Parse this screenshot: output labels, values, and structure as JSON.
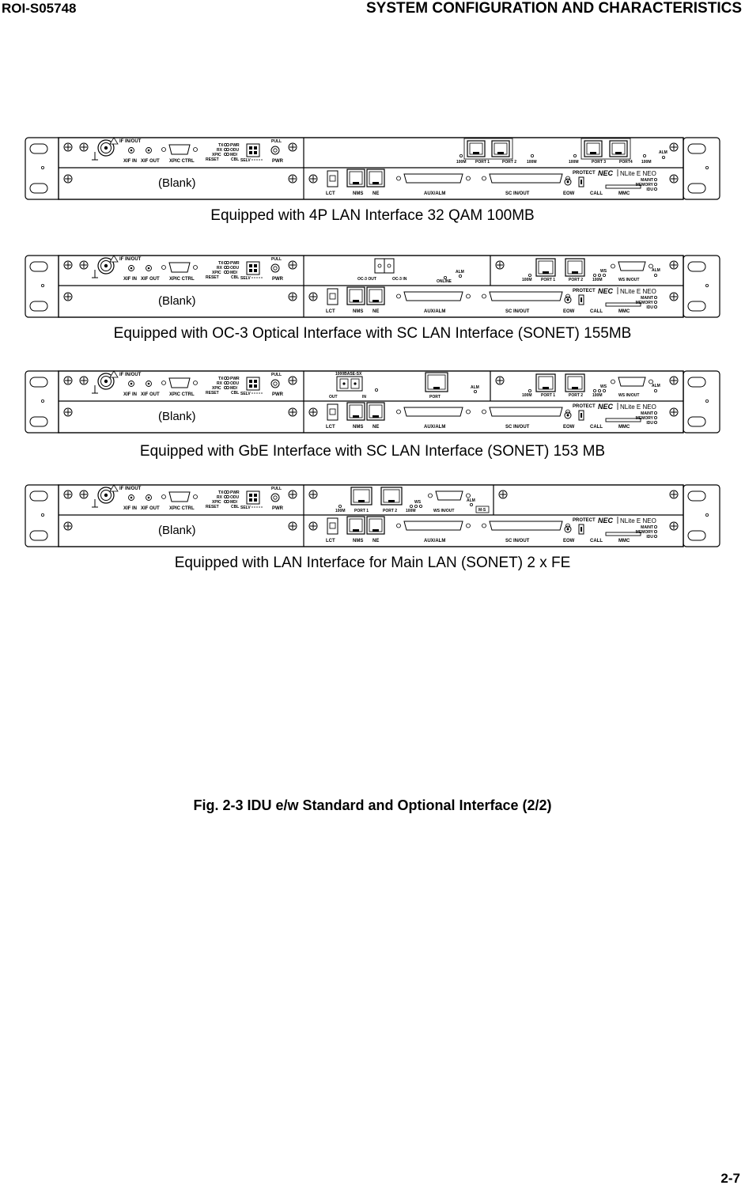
{
  "header": {
    "doc_id": "ROI-S05748",
    "section_title": "SYSTEM CONFIGURATION AND CHARACTERISTICS"
  },
  "common": {
    "if_in_out": "IF IN/OUT",
    "xif_in": "XIF IN",
    "xif_out": "XIF OUT",
    "xpic_ctrl": "XPIC CTRL",
    "tx": "TX",
    "rx": "RX",
    "xpic": "XPIC",
    "reset": "RESET",
    "pwr_led": "PWR",
    "odu": "ODU",
    "md": "MD/",
    "cbl": "CBL",
    "selv": "SELV",
    "pull": "PULL",
    "pwr": "PWR",
    "blank": "(Blank)",
    "lct": "LCT",
    "nms": "NMS",
    "ne": "NE",
    "aux_alm": "AUX/ALM",
    "sc_in_out": "SC IN/OUT",
    "protect": "PROTECT",
    "eow": "EOW",
    "call": "CALL",
    "mmc": "MMC",
    "nec_logo": "NEC",
    "model": "NLite E NEO",
    "maint": "MAINT",
    "memory": "MEMORY",
    "idu": "IDU",
    "alm": "ALM",
    "port1": "PORT 1",
    "port2": "PORT 2",
    "port3": "PORT 3",
    "port4": "PORT4",
    "m100": "100M",
    "ws": "WS",
    "ws_in_out": "WS IN/OUT",
    "oc3_out": "OC-3 OUT",
    "oc3_in": "OC-3 IN",
    "online": "ONLINE",
    "gbe": "1000BASE-SX",
    "out": "OUT",
    "in": "IN",
    "port": "PORT",
    "ms": "M-S"
  },
  "captions": [
    "Equipped with 4P LAN Interface  32 QAM 100MB",
    "Equipped with OC-3 Optical Interface with SC LAN Interface (SONET) 155MB",
    "Equipped with GbE Interface with SC LAN Interface (SONET) 153 MB",
    "Equipped with LAN Interface for Main LAN (SONET) 2 x FE"
  ],
  "figure_caption": "Fig. 2-3  IDU e/w Standard and Optional Interface (2/2)",
  "page_number": "2-7"
}
